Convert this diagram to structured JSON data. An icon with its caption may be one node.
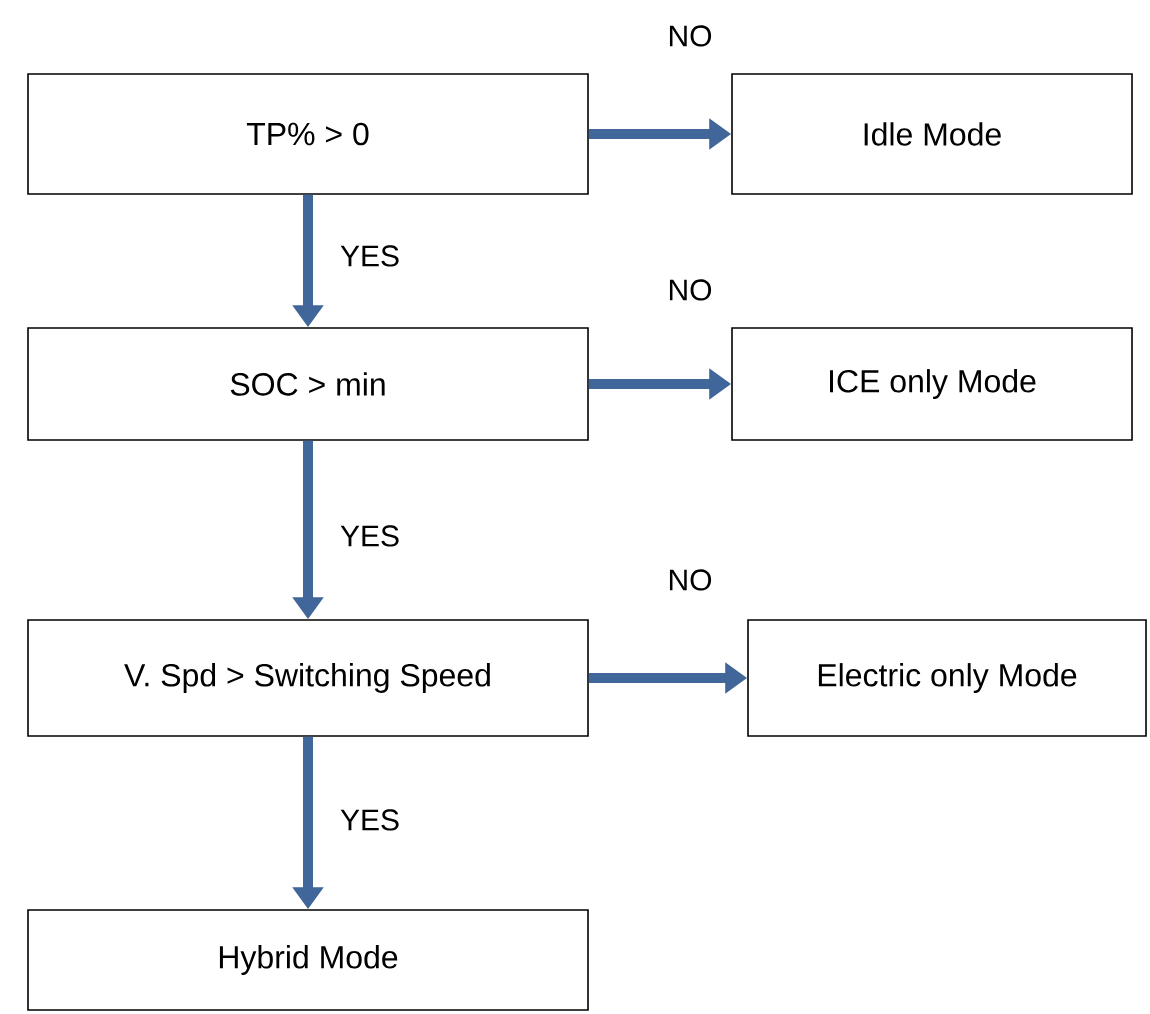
{
  "diagram": {
    "nodes": [
      {
        "text": [
          "TP% > 0"
        ]
      },
      {
        "text": [
          "Idle Mode"
        ]
      },
      {
        "text": [
          "SOC > min"
        ]
      },
      {
        "text": [
          "ICE only Mode"
        ]
      },
      {
        "text": [
          "V. Spd > Switching Speed"
        ]
      },
      {
        "text": [
          "Electric only Mode"
        ]
      },
      {
        "text": [
          "Hybrid Mode"
        ]
      }
    ],
    "edges": [
      {
        "from": 0,
        "to": 1,
        "arrow": "to",
        "label": "NO"
      },
      {
        "from": 0,
        "to": 2,
        "arrow": "to",
        "label": "YES"
      },
      {
        "from": 2,
        "to": 3,
        "arrow": "to",
        "label": "NO"
      },
      {
        "from": 2,
        "to": 4,
        "arrow": "to",
        "label": "YES"
      },
      {
        "from": 4,
        "to": 5,
        "arrow": "to",
        "label": "NO"
      },
      {
        "from": 4,
        "to": 6,
        "arrow": "to",
        "label": "YES"
      }
    ]
  }
}
